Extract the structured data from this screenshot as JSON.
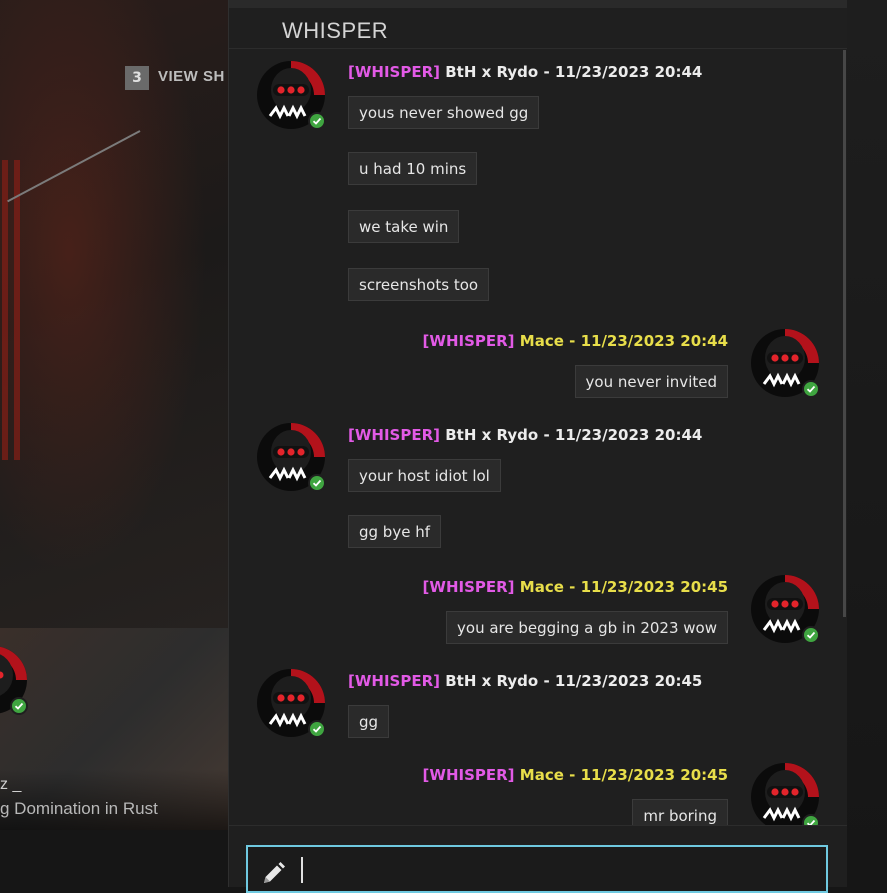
{
  "background": {
    "step_number": "3",
    "step_label": "VIEW SH",
    "card_title": "z _",
    "card_subtitle": "g Domination in Rust"
  },
  "panel": {
    "title": "WHISPER",
    "composer_value": ""
  },
  "messages": [
    {
      "sender": "BtH x Rydo",
      "tag": "[WHISPER]",
      "time": "11/23/2023 20:44",
      "mine": false,
      "lines": [
        "yous never showed gg",
        "u had 10 mins",
        "we take win",
        "screenshots too"
      ]
    },
    {
      "sender": "Mace",
      "tag": "[WHISPER]",
      "time": "11/23/2023 20:44",
      "mine": true,
      "lines": [
        "you never invited"
      ]
    },
    {
      "sender": "BtH x Rydo",
      "tag": "[WHISPER]",
      "time": "11/23/2023 20:44",
      "mine": false,
      "lines": [
        "your host idiot lol",
        "gg bye hf"
      ]
    },
    {
      "sender": "Mace",
      "tag": "[WHISPER]",
      "time": "11/23/2023 20:45",
      "mine": true,
      "lines": [
        "you are begging a gb in 2023 wow"
      ]
    },
    {
      "sender": "BtH x Rydo",
      "tag": "[WHISPER]",
      "time": "11/23/2023 20:45",
      "mine": false,
      "lines": [
        "gg"
      ]
    },
    {
      "sender": "Mace",
      "tag": "[WHISPER]",
      "time": "11/23/2023 20:45",
      "mine": true,
      "lines": [
        "mr boring"
      ]
    }
  ],
  "icons": {
    "avatar": "mw3-avatar-icon",
    "online": "online-check-icon",
    "composer": "pencil-icon"
  },
  "colors": {
    "whisper_tag": "#e25ae6",
    "self_name": "#e8de4a",
    "other_name": "#ececec",
    "composer_border": "#6fc9e0",
    "online": "#3fa540"
  }
}
